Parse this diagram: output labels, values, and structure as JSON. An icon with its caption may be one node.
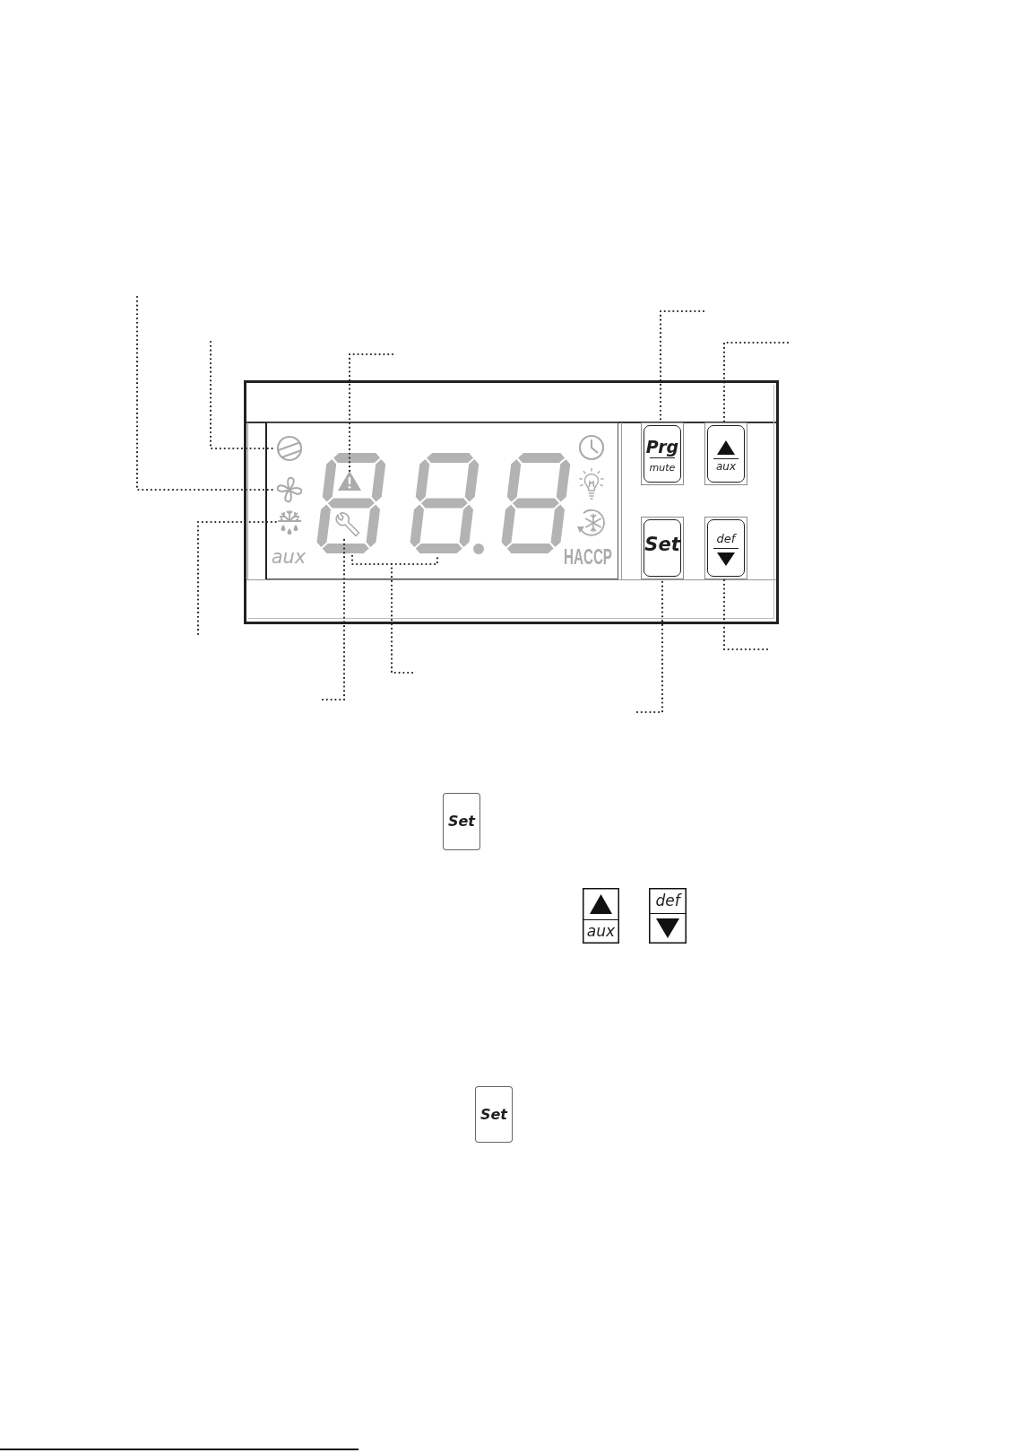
{
  "diagram": {
    "nodes": [
      {
        "text": [],
        "shape": "box"
      },
      {
        "text": [
          "aux",
          "HACCP"
        ],
        "in": 0
      },
      {
        "text": [],
        "shape": "picture",
        "in": 1
      },
      {
        "text": [],
        "shape": "picture",
        "in": 1
      },
      {
        "text": [],
        "shape": "picture",
        "in": 1
      },
      {
        "text": [],
        "shape": "picture",
        "in": 1
      },
      {
        "text": [],
        "shape": "picture",
        "in": 5
      },
      {
        "text": [],
        "shape": "picture",
        "in": 5
      },
      {
        "text": [
          "Prg",
          "mute"
        ],
        "in": 0
      },
      {
        "text": [
          "aux"
        ],
        "in": 0
      },
      {
        "text": [
          "Set"
        ],
        "in": 0
      },
      {
        "text": [
          "def"
        ],
        "in": 0
      },
      {
        "text": [
          "Set"
        ]
      },
      {
        "text": [
          "aux"
        ]
      },
      {
        "text": [
          "def"
        ]
      },
      {
        "text": [
          "Set"
        ]
      }
    ],
    "edges": [
      {
        "from": null,
        "to": 2,
        "arrow": "none"
      },
      {
        "from": null,
        "to": 3,
        "arrow": "none"
      },
      {
        "from": null,
        "to": 4,
        "arrow": "none"
      },
      {
        "from": null,
        "to": 6,
        "arrow": "none"
      },
      {
        "from": null,
        "to": 7,
        "arrow": "none"
      },
      {
        "from": null,
        "to": 5,
        "arrow": "none"
      },
      {
        "from": null,
        "to": 8,
        "arrow": "none"
      },
      {
        "from": null,
        "to": 9,
        "arrow": "none"
      },
      {
        "from": null,
        "to": 10,
        "arrow": "none"
      },
      {
        "from": null,
        "to": 11,
        "arrow": "none"
      }
    ]
  }
}
